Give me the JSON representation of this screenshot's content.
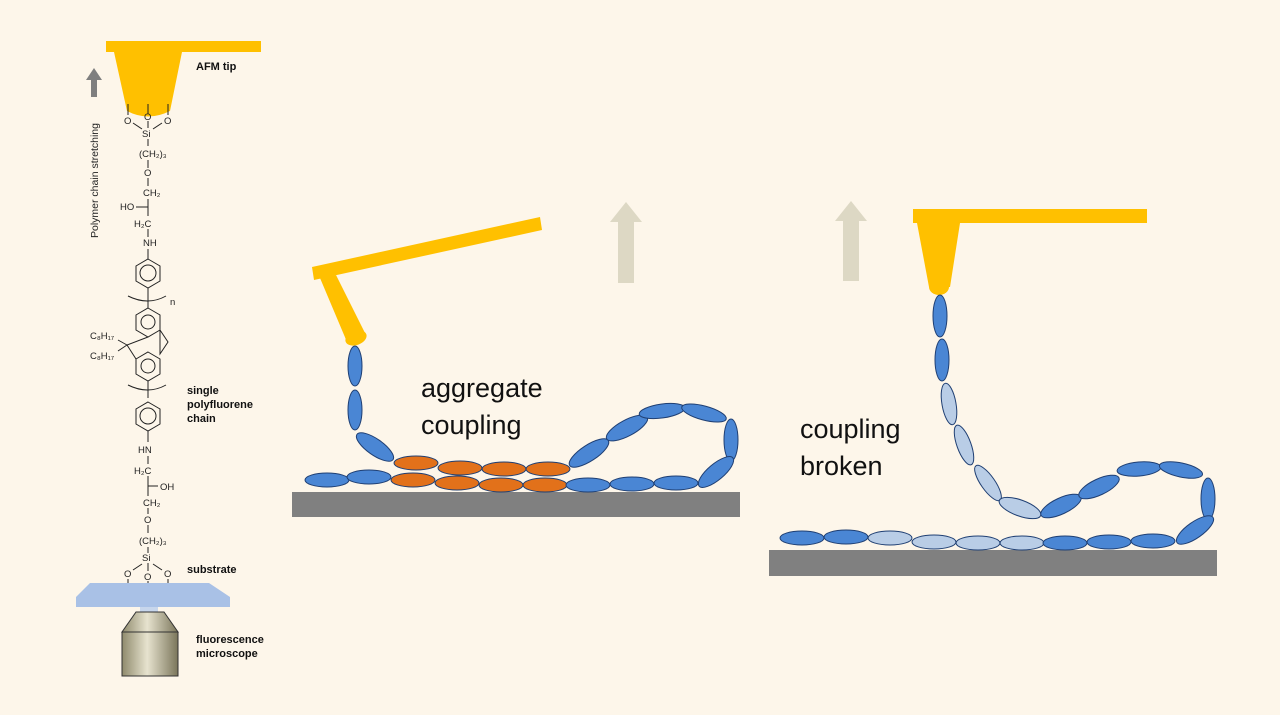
{
  "labels": {
    "afm_tip": "AFM tip",
    "polymer_stretching": "Polymer chain stretching",
    "single_chain_line1": "single",
    "single_chain_line2": "polyfluorene",
    "single_chain_line3": "chain",
    "substrate": "substrate",
    "microscope_line1": "fluorescence",
    "microscope_line2": "microscope",
    "aggregate_line1": "aggregate",
    "aggregate_line2": "coupling",
    "broken_line1": "coupling",
    "broken_line2": "broken"
  },
  "chemistry": {
    "O": "O",
    "Si": "Si",
    "CH2_3": "(CH₂)₃",
    "CH2": "CH₂",
    "HO": "HO",
    "OH": "OH",
    "H2C": "H₂C",
    "NH": "NH",
    "HN": "HN",
    "n": "n",
    "C8H17": "C₈H₁₇"
  },
  "colors": {
    "background": "#fdf6ea",
    "tip": "#ffc000",
    "segment_blue": "#4a86d4",
    "segment_pale": "#b9cde6",
    "segment_orange": "#e2711a",
    "substrate_dark": "#808080",
    "glass": "#a9c1e6",
    "arrow_dark": "#7f7f7f",
    "arrow_light": "#ddd8c4"
  }
}
